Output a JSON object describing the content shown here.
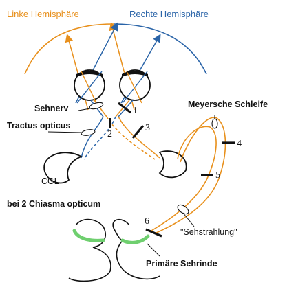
{
  "labels": {
    "left_hemisphere": "Linke Hemisphäre",
    "right_hemisphere": "Rechte Hemisphäre",
    "optic_nerve": "Sehnerv",
    "optic_tract": "Tractus opticus",
    "lgn": "CGL",
    "meyer_loop": "Meyersche Schleife",
    "optic_radiation": "\"Sehstrahlung\"",
    "chiasm_caption": "bei 2 Chiasma opticum",
    "primary_visual_cortex": "Primäre Sehrinde"
  },
  "lesion_markers": [
    "1",
    "2",
    "3",
    "4",
    "5",
    "6"
  ],
  "colors": {
    "left_hemisphere": "#e8901c",
    "right_hemisphere": "#2a64a8",
    "cortex_highlight": "#6fcf6f",
    "outline": "#111111"
  }
}
